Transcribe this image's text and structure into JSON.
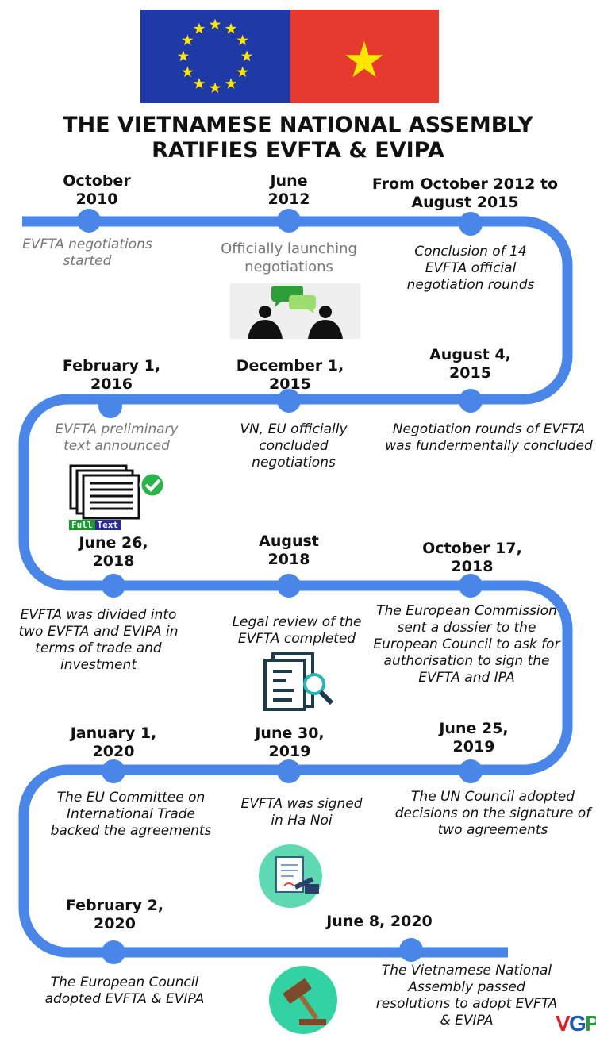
{
  "title": "THE VIETNAMESE NATIONAL ASSEMBLY RATIFIES EVFTA & EVIPA",
  "colors": {
    "line": "#4a86e8",
    "eu_blue": "#1f3aa6",
    "vn_red": "#e63a2f",
    "star": "#ffe600"
  },
  "milestones": [
    {
      "date": "October 2010",
      "text": "EVFTA negotiations started"
    },
    {
      "date": "June 2012",
      "text": "Officially launching negotiations"
    },
    {
      "date": "From October 2012 to August 2015",
      "text": "Conclusion of 14 EVFTA official negotiation rounds"
    },
    {
      "date": "August 4, 2015",
      "text": "Negotiation rounds of EVFTA was fundermentally concluded"
    },
    {
      "date": "December 1, 2015",
      "text": "VN, EU officially concluded negotiations"
    },
    {
      "date": "February 1, 2016",
      "text": "EVFTA preliminary text announced"
    },
    {
      "date": "June 26, 2018",
      "text": "EVFTA was divided into two EVFTA and EVIPA in terms of trade and investment"
    },
    {
      "date": "August 2018",
      "text": "Legal review of the EVFTA completed"
    },
    {
      "date": "October 17, 2018",
      "text": "The European Commission sent a dossier to the European Council to ask for authorisation to sign the EVFTA and IPA"
    },
    {
      "date": "June 25, 2019",
      "text": "The UN Council adopted decisions on the signature of two agreements"
    },
    {
      "date": "June 30, 2019",
      "text": "EVFTA was signed in Ha Noi"
    },
    {
      "date": "January 1, 2020",
      "text": "The EU Committee on International Trade backed the agreements"
    },
    {
      "date": "February 2, 2020",
      "text": "The European Council adopted EVFTA & EVIPA"
    },
    {
      "date": "June 8, 2020",
      "text": "The Vietnamese National Assembly passed resolutions to adopt EVFTA & EVIPA"
    }
  ],
  "doc_icon_labels": {
    "full": "Full",
    "text": "Text"
  },
  "logo": "VGP"
}
